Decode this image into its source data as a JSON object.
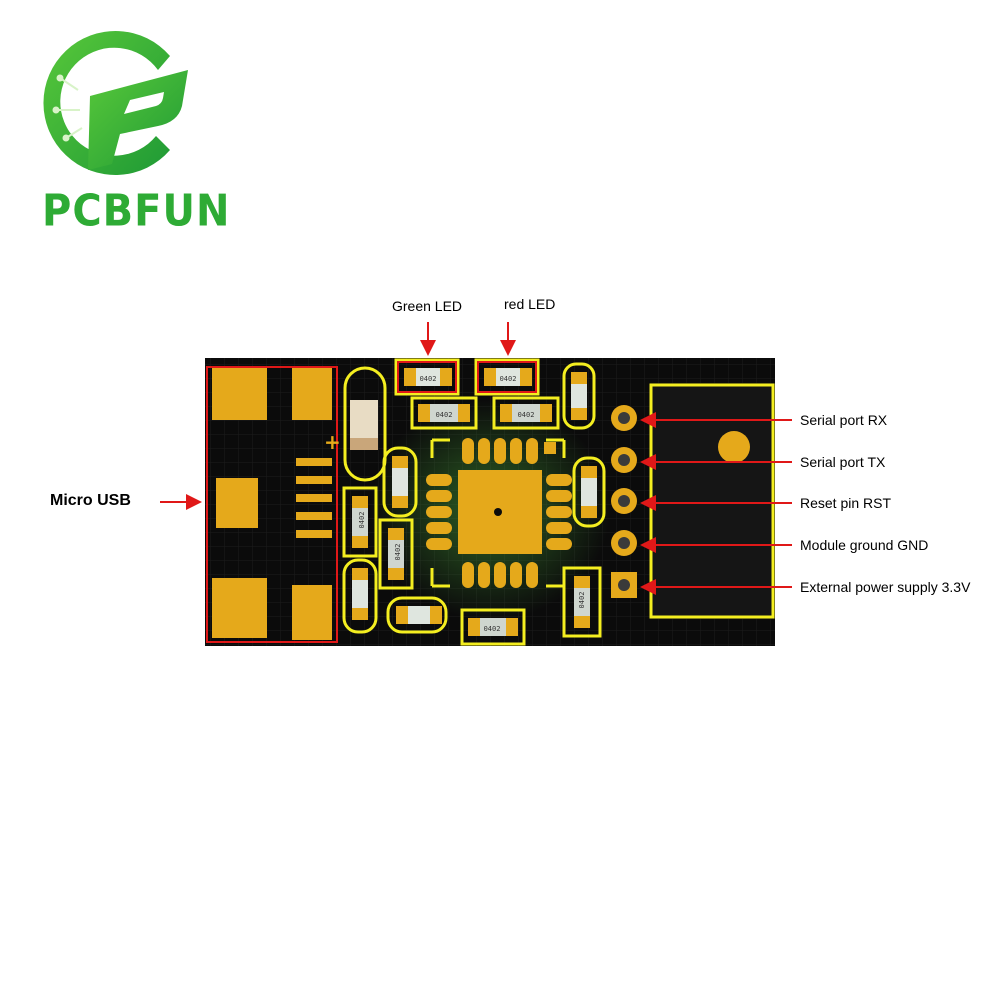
{
  "logo": {
    "brand_text": "PCBFUN",
    "color": "#2eab35"
  },
  "board": {
    "background": "#0b0b0b",
    "pad_color": "#e5a91b",
    "highlight_color": "#f4ee20",
    "callout_color": "#e01818",
    "polarity_mark": "+",
    "component_marking": "0402"
  },
  "callouts": {
    "green_led": "Green LED",
    "red_led": "red LED",
    "micro_usb": "Micro USB",
    "pins": [
      "Serial port RX",
      "Serial port TX",
      "Reset pin RST",
      "Module ground GND",
      "External power supply 3.3V"
    ]
  }
}
